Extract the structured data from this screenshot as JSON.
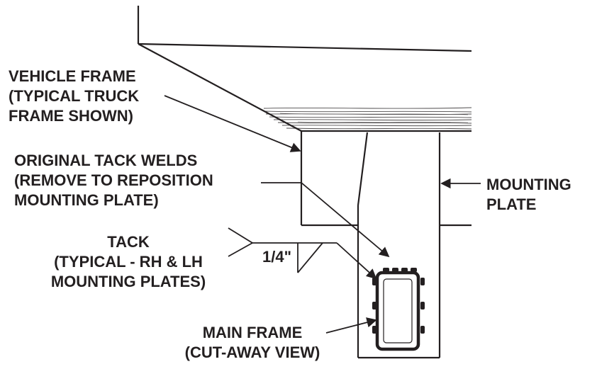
{
  "labels": {
    "vehicle_frame": [
      "VEHICLE FRAME",
      "(TYPICAL TRUCK",
      "FRAME SHOWN)"
    ],
    "tack_welds": [
      "ORIGINAL TACK WELDS",
      "(REMOVE TO REPOSITION",
      "MOUNTING PLATE)"
    ],
    "mounting_plate": [
      "MOUNTING",
      "PLATE"
    ],
    "tack": [
      "TACK",
      "(TYPICAL - RH & LH",
      "MOUNTING PLATES)"
    ],
    "weld_size": "1/4\"",
    "main_frame": [
      "MAIN FRAME",
      "(CUT-AWAY VIEW)"
    ]
  },
  "colors": {
    "ink": "#231f20",
    "background": "#ffffff"
  }
}
